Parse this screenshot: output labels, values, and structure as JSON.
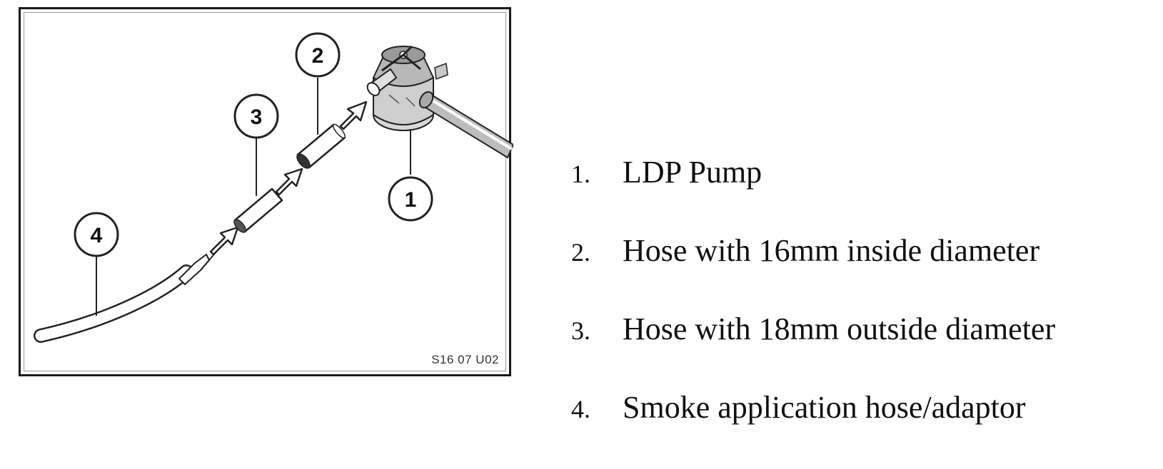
{
  "figure": {
    "code": "S16 07 U02",
    "callouts": [
      {
        "number": "1",
        "target": "ldp-pump"
      },
      {
        "number": "2",
        "target": "hose-16mm"
      },
      {
        "number": "3",
        "target": "hose-18mm"
      },
      {
        "number": "4",
        "target": "smoke-hose"
      }
    ]
  },
  "legend": {
    "items": [
      {
        "number": "1.",
        "label": "LDP Pump"
      },
      {
        "number": "2.",
        "label": "Hose with 16mm inside diameter"
      },
      {
        "number": "3.",
        "label": "Hose with 18mm outside diameter"
      },
      {
        "number": "4.",
        "label": "Smoke application hose/adaptor"
      }
    ]
  }
}
